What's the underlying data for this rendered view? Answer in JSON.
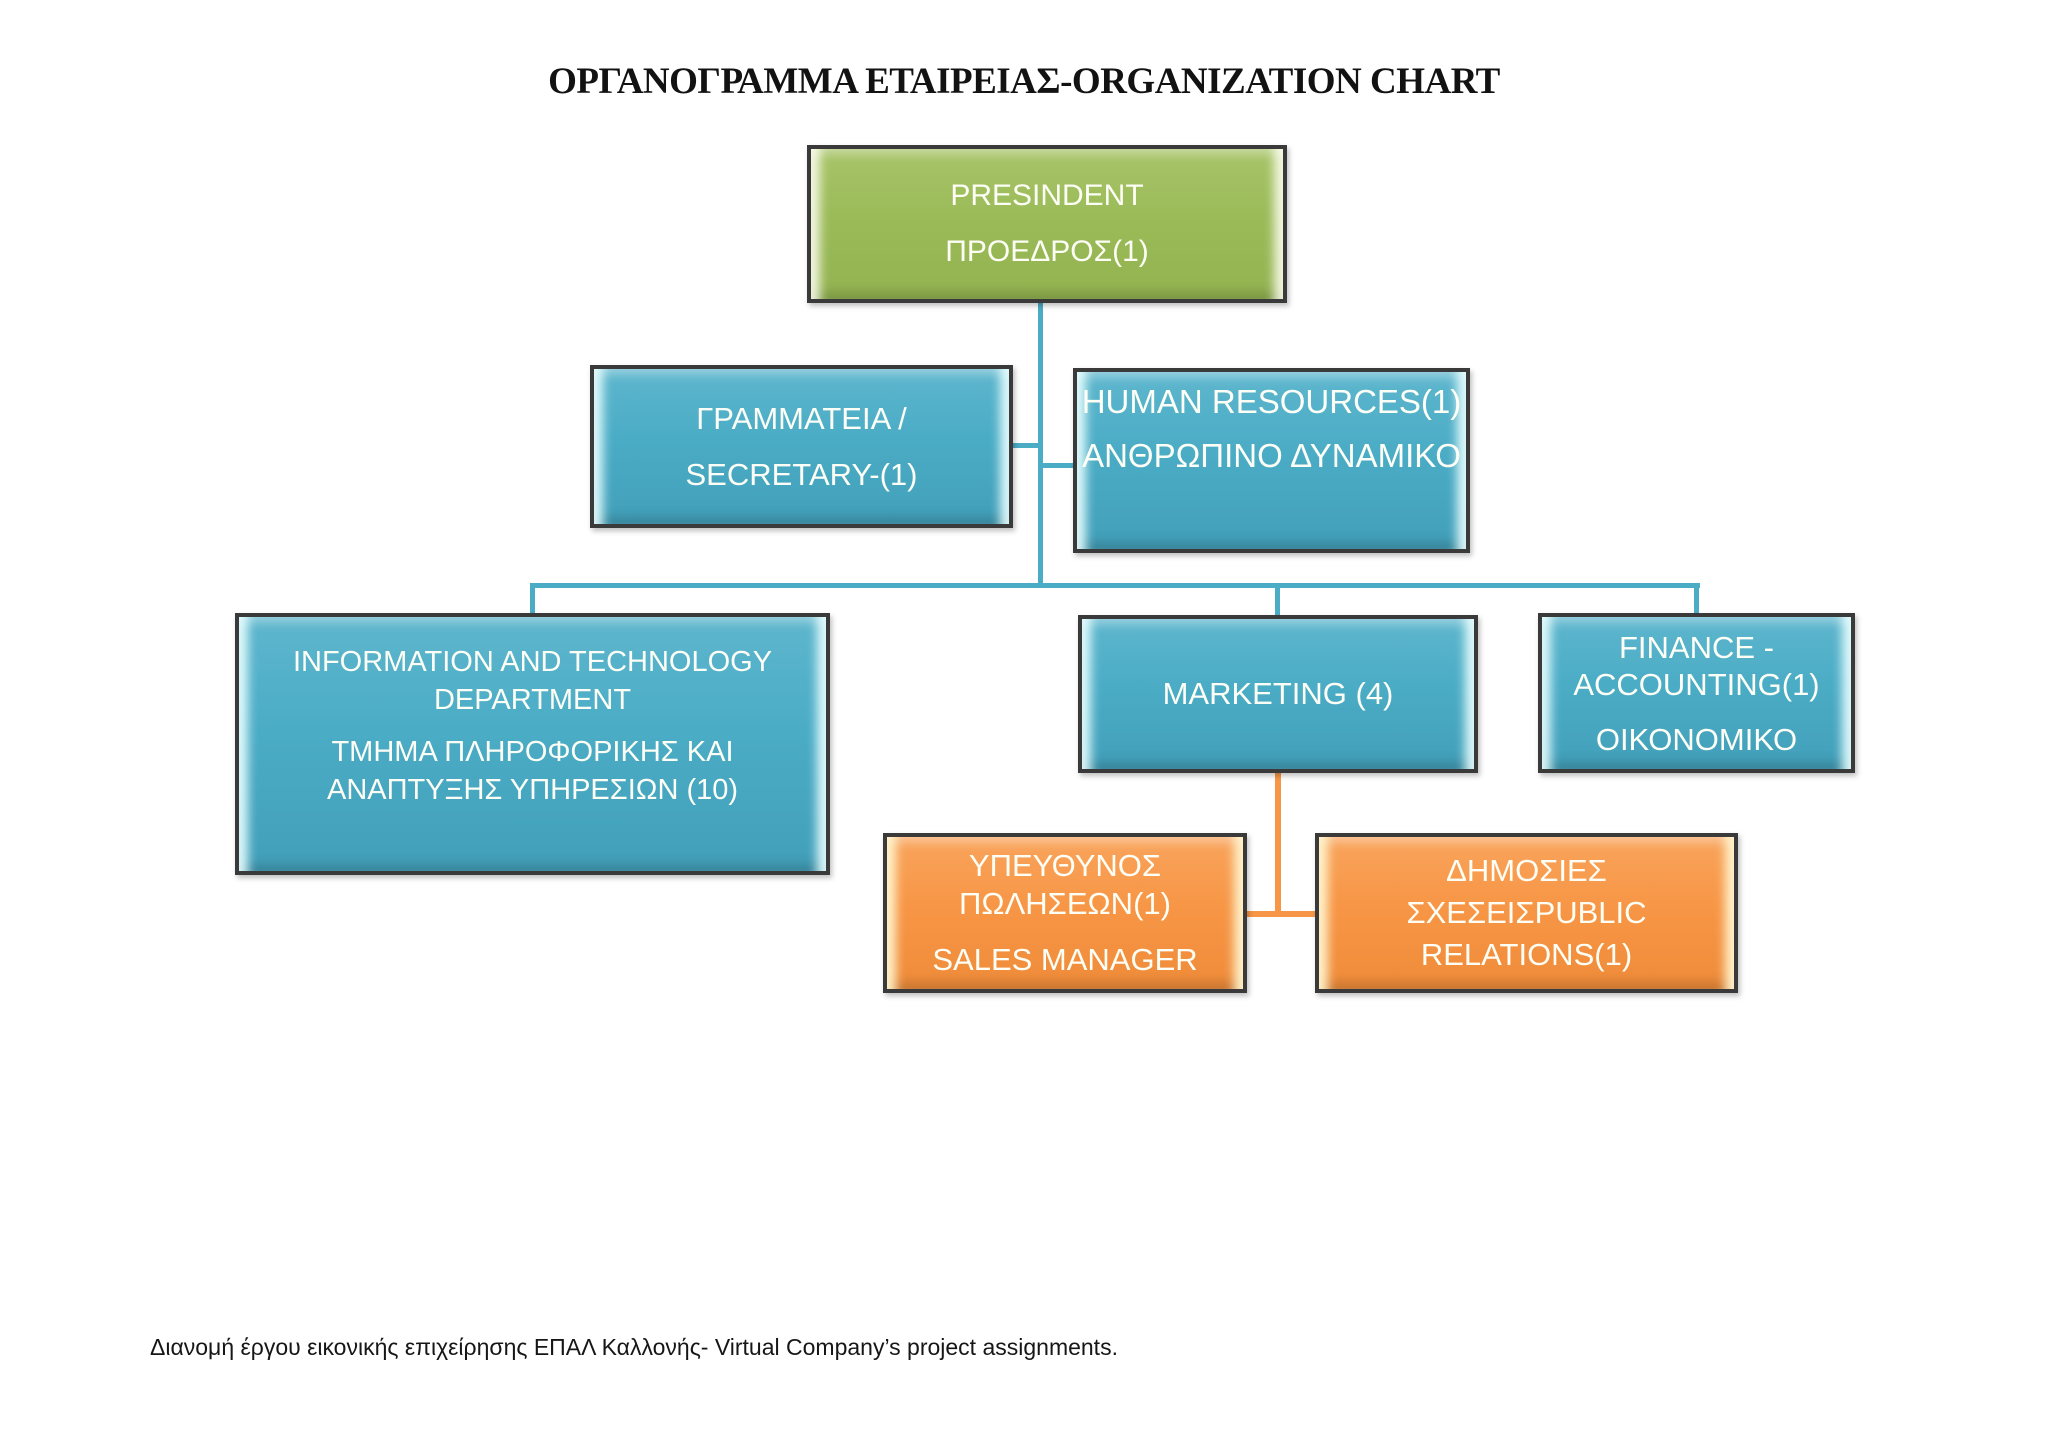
{
  "page": {
    "title": "ΟΡΓΑΝΟΓΡΑΜΜΑ ΕΤΑΙΡΕΙΑΣ-ORGANIZATION CHART",
    "caption": "Διανομή έργου εικονικής επιχείρησης ΕΠΑΛ Καλλονής- Virtual Company’s project assignments."
  },
  "colors": {
    "president_fill": "#9bbb59",
    "department_fill": "#4bacc6",
    "sub_fill": "#f79646",
    "node_border": "#3a3a3a",
    "connector_blue": "#4bacc6",
    "connector_orange": "#f79646",
    "node_text": "#ffffff",
    "background": "#ffffff"
  },
  "nodes": {
    "president": {
      "lines": [
        "PRESINDENT",
        "ΠΡΟΕΔΡΟΣ(1)"
      ]
    },
    "secretary": {
      "lines": [
        "ΓΡΑΜΜΑΤΕΙΑ /",
        "SECRETARY-(1)"
      ]
    },
    "hr": {
      "lines": [
        "HUMAN RESOURCES(1)",
        "ΑΝΘΡΩΠΙΝΟ ΔΥΝΑΜΙΚΟ"
      ]
    },
    "it": {
      "lines": [
        "INFORMATION AND TECHNOLOGY",
        "DEPARTMENT",
        "ΤΜΗΜΑ ΠΛΗΡΟΦΟΡΙΚΗΣ ΚΑΙ",
        "ΑΝΑΠΤΥΞΗΣ ΥΠΗΡΕΣΙΩΝ (10)"
      ]
    },
    "marketing": {
      "lines": [
        "MARKETING (4)"
      ]
    },
    "finance": {
      "lines": [
        "FINANCE -",
        "ACCOUNTING(1)",
        "ΟΙΚΟΝΟΜΙΚΟ"
      ]
    },
    "sales": {
      "lines": [
        "ΥΠΕΥΘΥΝΟΣ",
        "ΠΩΛΗΣΕΩΝ(1)",
        "SALES MANAGER"
      ]
    },
    "pr": {
      "lines": [
        "ΔΗΜΟΣΙΕΣ",
        "ΣΧΕΣΕΙΣPUBLIC",
        "RELATIONS(1)"
      ]
    }
  }
}
